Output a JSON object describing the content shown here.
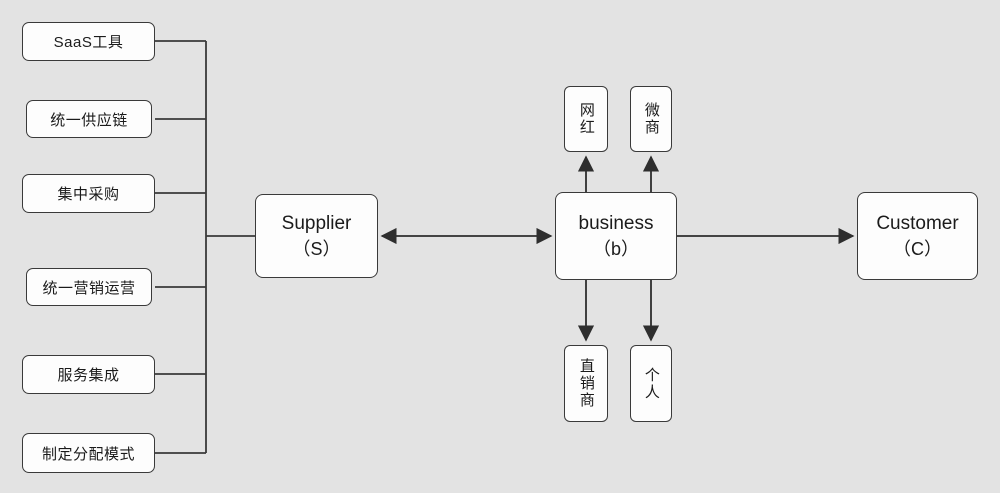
{
  "diagram": {
    "background_color": "#e3e3e3",
    "node_fill": "#fdfdfd",
    "node_stroke": "#3a3a3a",
    "edge_color": "#3a3a3a",
    "left_branch": {
      "items": [
        {
          "label": "SaaS工具"
        },
        {
          "label": "统一供应链"
        },
        {
          "label": "集中采购"
        },
        {
          "label": "统一营销运营"
        },
        {
          "label": "服务集成"
        },
        {
          "label": "制定分配模式"
        }
      ]
    },
    "main_chain": {
      "supplier": {
        "line1": "Supplier",
        "line2": "（S）"
      },
      "business": {
        "line1": "business",
        "line2": "（b）"
      },
      "customer": {
        "line1": "Customer",
        "line2": "（C）"
      }
    },
    "business_channels": {
      "top": [
        {
          "label": "网红"
        },
        {
          "label": "微商"
        }
      ],
      "bottom": [
        {
          "label": "直销商"
        },
        {
          "label": "个人"
        }
      ]
    },
    "connectors": [
      {
        "name": "supplier-business",
        "style": "double-arrow"
      },
      {
        "name": "business-customer",
        "style": "single-arrow-right"
      },
      {
        "name": "business-wanghong",
        "style": "single-arrow-up"
      },
      {
        "name": "business-weishang",
        "style": "single-arrow-up"
      },
      {
        "name": "business-zhixiaoshang",
        "style": "single-arrow-down"
      },
      {
        "name": "business-geren",
        "style": "single-arrow-down"
      },
      {
        "name": "left-trunk-supplier",
        "style": "plain-line"
      }
    ]
  }
}
